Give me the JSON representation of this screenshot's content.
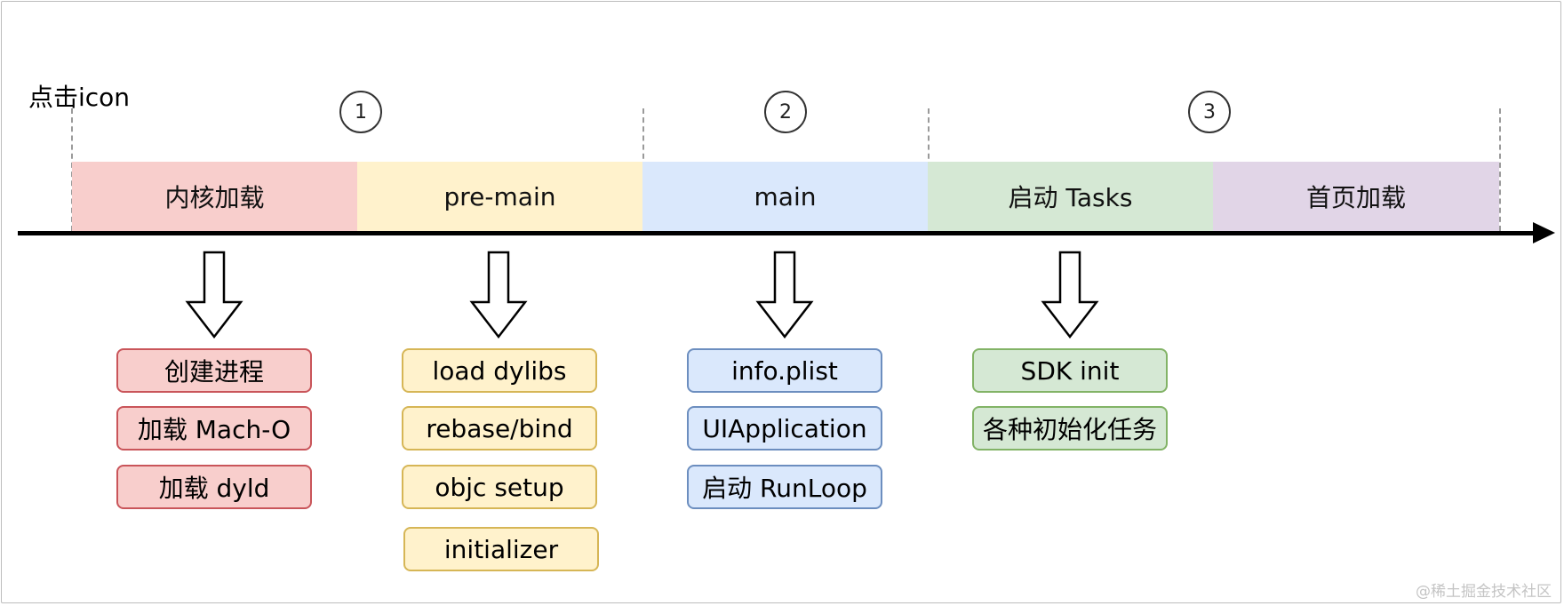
{
  "start_label": "点击icon",
  "markers": [
    "1",
    "2",
    "3"
  ],
  "phases": [
    {
      "label": "内核加载",
      "color": "#f8cecc"
    },
    {
      "label": "pre-main",
      "color": "#fff2cc"
    },
    {
      "label": "main",
      "color": "#dae8fc"
    },
    {
      "label": "启动 Tasks",
      "color": "#d5e8d4"
    },
    {
      "label": "首页加载",
      "color": "#e1d5e7"
    }
  ],
  "details": {
    "kernel": [
      "创建进程",
      "加载 Mach-O",
      "加载 dyld"
    ],
    "premain": [
      "load dylibs",
      "rebase/bind",
      "objc setup",
      "initializer"
    ],
    "main": [
      "info.plist",
      "UIApplication",
      "启动 RunLoop"
    ],
    "tasks": [
      "SDK init",
      "各种初始化任务"
    ]
  },
  "watermark": "@稀土掘金技术社区"
}
